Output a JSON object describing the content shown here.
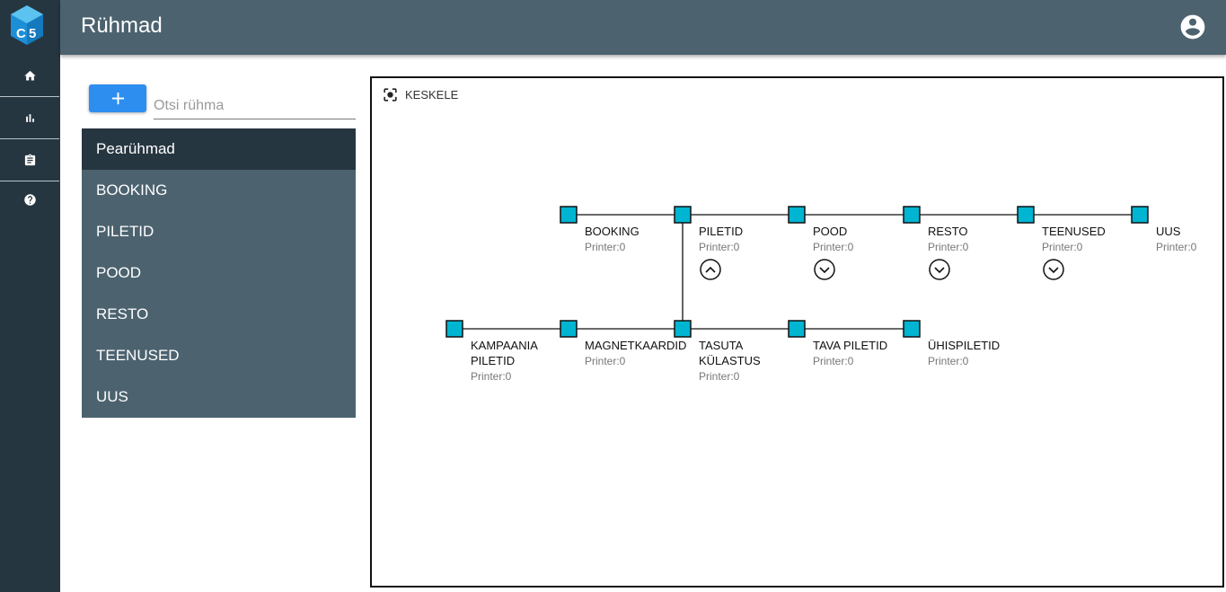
{
  "header": {
    "title": "Rühmad"
  },
  "rail": {
    "items": [
      {
        "icon": "home-icon"
      },
      {
        "icon": "bar-chart-icon"
      },
      {
        "icon": "clipboard-icon"
      },
      {
        "icon": "help-icon"
      }
    ]
  },
  "sidebar": {
    "add_button_icon": "plus-icon",
    "search_placeholder": "Otsi rühma",
    "items": [
      {
        "label": "Pearühmad"
      },
      {
        "label": "BOOKING"
      },
      {
        "label": "PILETID"
      },
      {
        "label": "POOD"
      },
      {
        "label": "RESTO"
      },
      {
        "label": "TEENUSED"
      },
      {
        "label": "UUS"
      }
    ]
  },
  "canvas": {
    "center_label": "KESKELE",
    "nodes": [
      {
        "id": "booking",
        "lines": [
          "BOOKING"
        ],
        "sub": "Printer:0",
        "toggle": ""
      },
      {
        "id": "piletid",
        "lines": [
          "PILETID"
        ],
        "sub": "Printer:0",
        "toggle": "up"
      },
      {
        "id": "pood",
        "lines": [
          "POOD"
        ],
        "sub": "Printer:0",
        "toggle": "down"
      },
      {
        "id": "resto",
        "lines": [
          "RESTO"
        ],
        "sub": "Printer:0",
        "toggle": "down"
      },
      {
        "id": "teenused",
        "lines": [
          "TEENUSED"
        ],
        "sub": "Printer:0",
        "toggle": "down"
      },
      {
        "id": "uus",
        "lines": [
          "UUS"
        ],
        "sub": "Printer:0",
        "toggle": ""
      },
      {
        "id": "kampaania",
        "lines": [
          "KAMPAANIA",
          "PILETID"
        ],
        "sub": "Printer:0",
        "toggle": ""
      },
      {
        "id": "magnetkaardid",
        "lines": [
          "MAGNETKAARDID"
        ],
        "sub": "Printer:0",
        "toggle": ""
      },
      {
        "id": "tasuta",
        "lines": [
          "TASUTA",
          "KÜLASTUS"
        ],
        "sub": "Printer:0",
        "toggle": ""
      },
      {
        "id": "tava",
        "lines": [
          "TAVA PILETID"
        ],
        "sub": "Printer:0",
        "toggle": ""
      },
      {
        "id": "uhispiletid",
        "lines": [
          "ÜHISPILETID"
        ],
        "sub": "Printer:0",
        "toggle": ""
      }
    ],
    "edges": [
      [
        "booking",
        "piletid"
      ],
      [
        "piletid",
        "pood"
      ],
      [
        "pood",
        "resto"
      ],
      [
        "resto",
        "teenused"
      ],
      [
        "teenused",
        "uus"
      ],
      [
        "piletid",
        "tasuta"
      ],
      [
        "kampaania",
        "magnetkaardid"
      ],
      [
        "magnetkaardid",
        "tasuta"
      ],
      [
        "tasuta",
        "tava"
      ],
      [
        "tava",
        "uhispiletid"
      ]
    ],
    "colors": {
      "node_fill": "#00b5d1",
      "node_stroke": "#111111",
      "edge": "#111111"
    }
  }
}
